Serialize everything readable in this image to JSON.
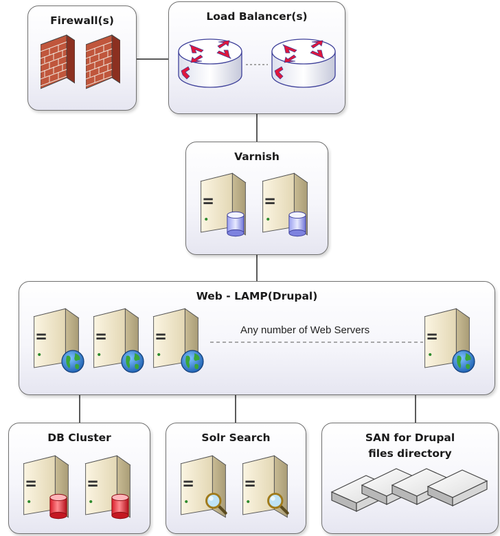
{
  "boxes": {
    "firewall": {
      "title": "Firewall(s)",
      "icon": "firewall-icon"
    },
    "load_balancer": {
      "title": "Load Balancer(s)",
      "icon": "router-icon"
    },
    "varnish": {
      "title": "Varnish",
      "icon": "server-database-icon"
    },
    "web": {
      "title": "Web - LAMP(Drupal)",
      "icon": "web-server-icon",
      "note": "Any number of Web Servers"
    },
    "db_cluster": {
      "title": "DB Cluster",
      "icon": "server-database-icon"
    },
    "solr": {
      "title": "Solr Search",
      "icon": "search-server-icon"
    },
    "san": {
      "title_line1": "SAN for Drupal",
      "title_line2": "files directory",
      "icon": "storage-disk-icon"
    }
  },
  "colors": {
    "box_border": "#6f6f6f",
    "server_body": "#efe6cc",
    "brick": "#c0563c",
    "router_arrows": "#e0163c",
    "db_blue": "#7f86e8",
    "db_red": "#e0303a"
  }
}
